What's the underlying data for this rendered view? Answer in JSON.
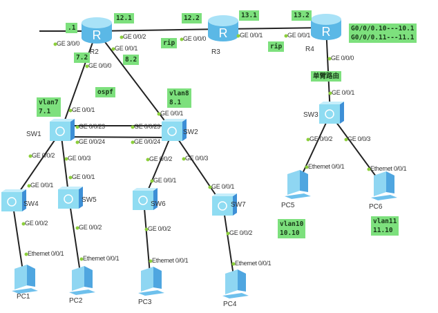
{
  "devices": [
    "R2",
    "R3",
    "R4",
    "SW1",
    "SW2",
    "SW3",
    "SW4",
    "SW5",
    "SW6",
    "SW7",
    "PC1",
    "PC2",
    "PC3",
    "PC4",
    "PC5",
    "PC6"
  ],
  "ports": [
    "GE 3/0/0",
    "GE 0/0/2",
    "GE 0/0/1",
    "GE 0/0/0",
    "GE 0/0/0",
    "GE 0/0/1",
    "GE 0/0/1",
    "GE 0/0/0",
    "GE 0/0/1",
    "GE 0/0/23",
    "GE 0/0/24",
    "GE 0/0/2",
    "GE 0/0/3",
    "GE 0/0/1",
    "GE 0/0/23",
    "GE 0/0/24",
    "GE 0/0/2",
    "GE 0/0/3",
    "GE 0/0/1",
    "GE 0/0/2",
    "GE 0/0/3",
    "GE 0/0/1",
    "GE 0/0/2",
    "GE 0/0/1",
    "GE 0/0/2",
    "GE 0/0/1",
    "GE 0/0/2",
    "GE 0/0/1",
    "GE 0/0/2",
    "Ethernet 0/0/1",
    "Ethernet 0/0/1",
    "Ethernet 0/0/1",
    "Ethernet 0/0/1",
    "Ethernet 0/0/1",
    "Ethernet 0/0/1"
  ],
  "notes": [
    ".1",
    "12.1",
    "12.2",
    "13.1",
    "13.2",
    "rip",
    "rip",
    "7.2",
    "8.2",
    "ospf",
    "vlan7\n7.1",
    "vlan8\n8.1",
    "G0/0/0.10---10.1\nG0/0/0.11---11.1",
    "单臂路由",
    "vlan10\n10.10",
    "vlan11\n11.10"
  ],
  "colors": {
    "note_bg": "#7de07d",
    "device": "#7fd3f0",
    "link": "#222222",
    "port_dot": "#8ccf3c"
  }
}
